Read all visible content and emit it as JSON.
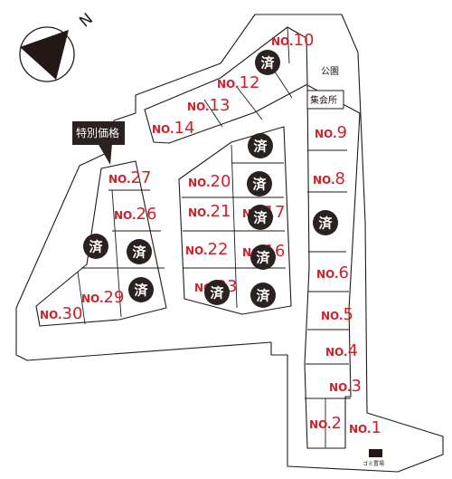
{
  "lots": [
    {
      "id": "1",
      "prefix": "NO.",
      "number": "1",
      "status": "available"
    },
    {
      "id": "2",
      "prefix": "NO.",
      "number": "2",
      "status": "available"
    },
    {
      "id": "3",
      "prefix": "NO.",
      "number": "3",
      "status": "available"
    },
    {
      "id": "4",
      "prefix": "NO.",
      "number": "4",
      "status": "available"
    },
    {
      "id": "5",
      "prefix": "NO.",
      "number": "5",
      "status": "available"
    },
    {
      "id": "6",
      "prefix": "NO.",
      "number": "6",
      "status": "available"
    },
    {
      "id": "7",
      "prefix": "",
      "number": "",
      "status": "sold"
    },
    {
      "id": "8",
      "prefix": "NO.",
      "number": "8",
      "status": "available"
    },
    {
      "id": "9",
      "prefix": "NO.",
      "number": "9",
      "status": "available"
    },
    {
      "id": "10",
      "prefix": "NO.",
      "number": "10",
      "status": "available"
    },
    {
      "id": "11",
      "prefix": "",
      "number": "",
      "status": "sold"
    },
    {
      "id": "12",
      "prefix": "NO.",
      "number": "12",
      "status": "available"
    },
    {
      "id": "13",
      "prefix": "NO.",
      "number": "13",
      "status": "available"
    },
    {
      "id": "14",
      "prefix": "NO.",
      "number": "14",
      "status": "available"
    },
    {
      "id": "15",
      "prefix": "",
      "number": "",
      "status": "sold"
    },
    {
      "id": "16",
      "prefix": "NO.",
      "number": "16",
      "status": "sold"
    },
    {
      "id": "17",
      "prefix": "NO.",
      "number": "17",
      "status": "sold"
    },
    {
      "id": "18",
      "prefix": "",
      "number": "",
      "status": "sold"
    },
    {
      "id": "19",
      "prefix": "",
      "number": "",
      "status": "sold"
    },
    {
      "id": "20",
      "prefix": "NO.",
      "number": "20",
      "status": "available"
    },
    {
      "id": "21",
      "prefix": "NO.",
      "number": "21",
      "status": "available"
    },
    {
      "id": "22",
      "prefix": "NO.",
      "number": "22",
      "status": "available"
    },
    {
      "id": "23",
      "prefix": "NO.",
      "number": "23",
      "status": "sold"
    },
    {
      "id": "24",
      "prefix": "",
      "number": "",
      "status": "sold"
    },
    {
      "id": "25",
      "prefix": "",
      "number": "",
      "status": "sold"
    },
    {
      "id": "26",
      "prefix": "NO.",
      "number": "26",
      "status": "available"
    },
    {
      "id": "27",
      "prefix": "NO.",
      "number": "27",
      "status": "available"
    },
    {
      "id": "28",
      "prefix": "",
      "number": "",
      "status": "sold"
    },
    {
      "id": "29",
      "prefix": "NO.",
      "number": "29",
      "status": "available"
    },
    {
      "id": "30",
      "prefix": "NO.",
      "number": "30",
      "status": "available"
    }
  ],
  "sold_mark": "済",
  "facilities": {
    "park": "公園",
    "meeting_hall": "集会所",
    "garbage": "ゴミ置場"
  },
  "special_price_label": "特別価格",
  "compass": {
    "letter": "N"
  },
  "colors": {
    "line": "#231815",
    "lot_number": "#d0202a",
    "sold_badge": "#2a2120",
    "background": "#ffffff"
  }
}
